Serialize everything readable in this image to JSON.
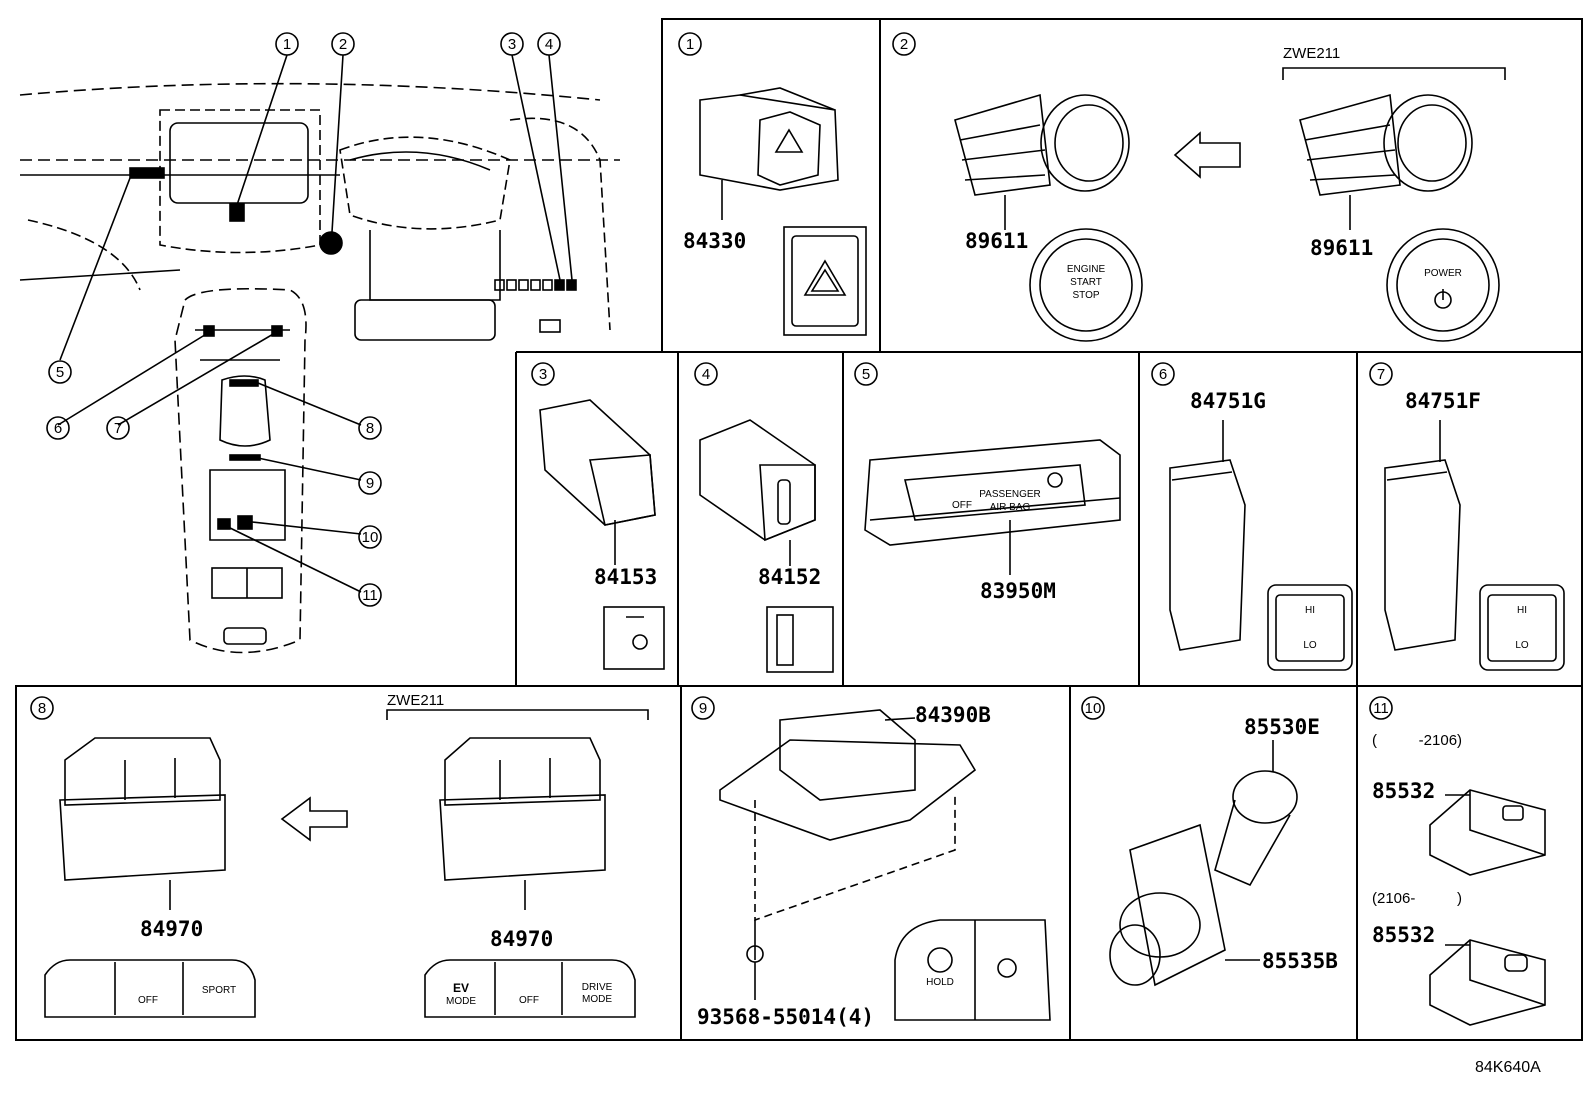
{
  "overview": {
    "callouts": [
      "1",
      "2",
      "3",
      "4",
      "5",
      "6",
      "7",
      "8",
      "9",
      "10",
      "11"
    ]
  },
  "panels": {
    "p1": {
      "num": "1",
      "part": "84330"
    },
    "p2": {
      "num": "2",
      "variant": "ZWE211",
      "part_left": "89611",
      "part_right": "89611",
      "btn_left": [
        "ENGINE",
        "START",
        "STOP"
      ],
      "btn_right": "POWER"
    },
    "p3": {
      "num": "3",
      "part": "84153"
    },
    "p4": {
      "num": "4",
      "part": "84152"
    },
    "p5": {
      "num": "5",
      "part": "83950M",
      "label_top": "PASSENGER",
      "label_bottom": "AIR BAG",
      "label_off": "OFF"
    },
    "p6": {
      "num": "6",
      "part": "84751G",
      "hi": "HI",
      "lo": "LO"
    },
    "p7": {
      "num": "7",
      "part": "84751F",
      "hi": "HI",
      "lo": "LO"
    },
    "p8": {
      "num": "8",
      "variant": "ZWE211",
      "part_left": "84970",
      "part_right": "84970",
      "left_btns": [
        "",
        "OFF",
        "SPORT"
      ],
      "right_btns": [
        "EV",
        "MODE",
        "OFF",
        "DRIVE",
        "MODE"
      ]
    },
    "p9": {
      "num": "9",
      "part_top": "84390B",
      "part_bottom": "93568-55014(4)",
      "hold": "HOLD"
    },
    "p10": {
      "num": "10",
      "part_top": "85530E",
      "part_bottom": "85535B"
    },
    "p11": {
      "num": "11",
      "range_top": "(          -2106)",
      "range_bottom": "(2106-          )",
      "part_top": "85532",
      "part_bottom": "85532"
    }
  },
  "diagram_code": "84K640A"
}
